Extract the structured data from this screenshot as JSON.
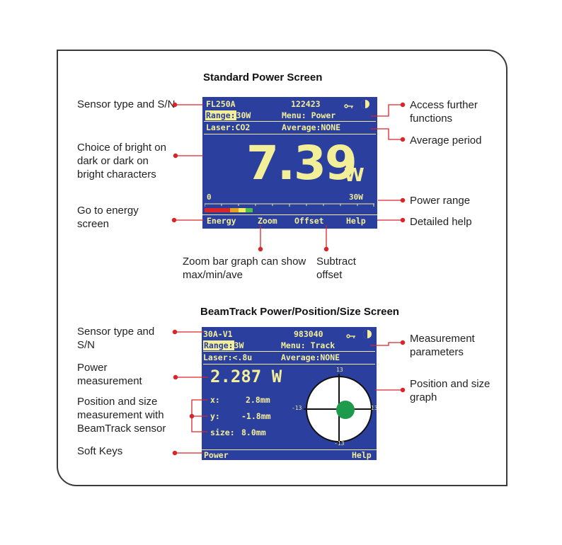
{
  "colors": {
    "screen_bg": "#2b3f9e",
    "screen_text": "#f3ee98",
    "callout": "#d9252a",
    "beam_spot": "#1e9a4c"
  },
  "standard": {
    "title": "Standard Power Screen",
    "screen": {
      "sensor": "FL250A",
      "serial": "122423",
      "range_label": "Range:",
      "range_value": "30W",
      "menu_label": "Menu:",
      "menu_value": "Power",
      "laser": "Laser:CO2",
      "average": "Average:NONE",
      "reading": "7.39",
      "unit": "W",
      "bar_min": "0",
      "bar_max": "30W",
      "soft_keys": [
        "Energy",
        "Zoom",
        "Offset",
        "Help"
      ]
    },
    "labels": {
      "sensor_type": "Sensor type and S/N",
      "bright": "Choice of bright on dark or dark on bright characters",
      "energy": "Go to energy screen",
      "further": "Access further functions",
      "average": "Average period",
      "range": "Power range",
      "help": "Detailed help",
      "zoom": "Zoom bar graph can show max/min/ave",
      "offset": "Subtract offset"
    }
  },
  "beamtrack": {
    "title": "BeamTrack Power/Position/Size Screen",
    "screen": {
      "sensor": "30A-V1",
      "serial": "983040",
      "range_label": "Range:",
      "range_value": "3W",
      "menu_label": "Menu:",
      "menu_value": "Track",
      "laser": "Laser:<.8u",
      "average": "Average:NONE",
      "power": "2.287 W",
      "x_label": "x:",
      "x_value": "2.8mm",
      "y_label": "y:",
      "y_value": "-1.8mm",
      "size_label": "size:",
      "size_value": "8.0mm",
      "axis_top": "13",
      "axis_bottom": "-13",
      "axis_left": "-13",
      "axis_right": "13",
      "soft_keys": [
        "Power",
        "Help"
      ]
    },
    "labels": {
      "sensor_type": "Sensor type and S/N",
      "power": "Power measurement",
      "position": "Position and size measurement with BeamTrack sensor",
      "soft_keys": "Soft Keys",
      "params": "Measurement parameters",
      "graph": "Position and size graph"
    }
  }
}
